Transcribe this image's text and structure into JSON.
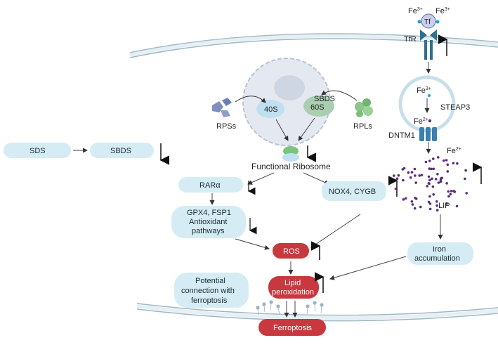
{
  "colors": {
    "background": "#ffffff",
    "pill_blue": "#d6ecf5",
    "pill_red": "#c8383f",
    "membrane": "#d8e6ec",
    "membrane_line": "#9db7c4",
    "iron_dot": "#5b2d82",
    "nucleus": "#dfe3ee"
  },
  "icons": [
    "transferrin-icon",
    "tfr-receptor-icon",
    "endosome-icon",
    "dmt1-channel-icon",
    "ribosome-icon",
    "rps-protein-icon",
    "rpl-protein-icon",
    "lipid-icon"
  ],
  "labels": {
    "fe3_left": "Fe",
    "fe3_right": "Fe",
    "fe3_sup": "3+",
    "tf": "Tf",
    "tfr": "TfR",
    "fe3_endo": "Fe",
    "steap3": "STEAP3",
    "fe2_endo": "Fe",
    "fe2_sup": "2+",
    "dntm1": "DNTM1",
    "fe2_cyto": "Fe",
    "lip": "LIP",
    "s40": "40S",
    "s60": "60S",
    "sbds_nuc": "SBDS",
    "rpss": "RPSs",
    "rpls": "RPLs",
    "functional_ribosome": "Functional Ribosome"
  },
  "nodes": {
    "sds": "SDS",
    "sbds": "SBDS",
    "rar": "RARα",
    "gpx4_l1": "GPX4, FSP1",
    "gpx4_l2": "Antioxidant",
    "gpx4_l3": "pathways",
    "nox4": "NOX4, CYGB",
    "ros": "ROS",
    "lipid_l1": "Lipid",
    "lipid_l2": "peroxidation",
    "ferroptosis": "Ferroptosis",
    "iron_l1": "Iron",
    "iron_l2": "accumulation",
    "potential_l1": "Potential",
    "potential_l2": "connection with",
    "potential_l3": "ferroptosis"
  }
}
